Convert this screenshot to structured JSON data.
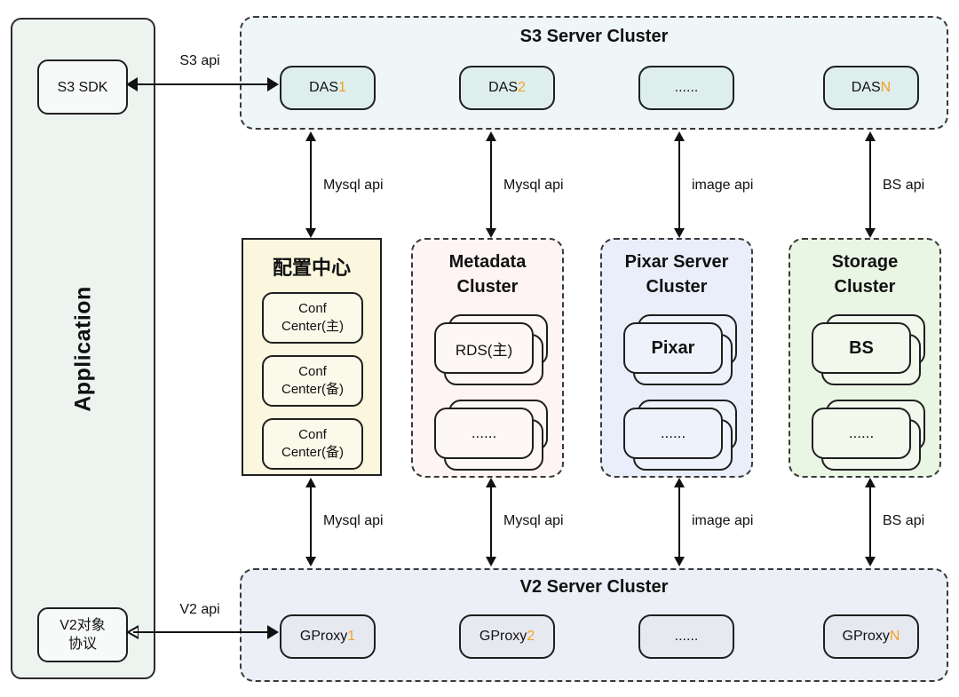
{
  "app": {
    "title": "Application",
    "s3_sdk": "S3 SDK",
    "v2_line1": "V2对象",
    "v2_line2": "协议"
  },
  "s3_cluster": {
    "title": "S3 Server Cluster",
    "nodes": [
      {
        "text": "DAS",
        "suffix": "1"
      },
      {
        "text": "DAS",
        "suffix": "2"
      },
      {
        "text": "......",
        "suffix": ""
      },
      {
        "text": "DAS",
        "suffix": "N"
      }
    ]
  },
  "config": {
    "title": "配置中心",
    "nodes": [
      {
        "line1": "Conf",
        "line2": "Center(主)"
      },
      {
        "line1": "Conf",
        "line2": "Center(备)"
      },
      {
        "line1": "Conf",
        "line2": "Center(备)"
      }
    ]
  },
  "metadata": {
    "title1": "Metadata",
    "title2": "Cluster",
    "card1": "RDS(主)",
    "card2": "......"
  },
  "pixar": {
    "title1": "Pixar Server",
    "title2": "Cluster",
    "card1": "Pixar",
    "card2": "......"
  },
  "storage": {
    "title1": "Storage",
    "title2": "Cluster",
    "card1": "BS",
    "card2": "......"
  },
  "v2_cluster": {
    "title": "V2 Server Cluster",
    "nodes": [
      {
        "text": "GProxy",
        "suffix": "1"
      },
      {
        "text": "GProxy",
        "suffix": "2"
      },
      {
        "text": "......",
        "suffix": ""
      },
      {
        "text": "GProxy",
        "suffix": "N"
      }
    ]
  },
  "arrows": {
    "s3_api": "S3 api",
    "v2_api": "V2 api",
    "top": [
      "Mysql api",
      "Mysql api",
      "image api",
      "BS api"
    ],
    "bottom": [
      "Mysql api",
      "Mysql api",
      "image api",
      "BS api"
    ]
  },
  "colors": {
    "suffix_orange": "#f5a01f",
    "s3_cluster_bg": "#eff6f8",
    "das_node_bg": "#ddeeec",
    "v2_cluster_bg": "#eceff6",
    "gproxy_node_bg": "#e7e9f1",
    "config_bg": "#faf7de",
    "metadata_bg": "#fdf4f3",
    "pixar_bg": "#e9eefa",
    "storage_bg": "#eaf6e4",
    "application_bg": "#edf4f0",
    "line_color": "#111111"
  }
}
